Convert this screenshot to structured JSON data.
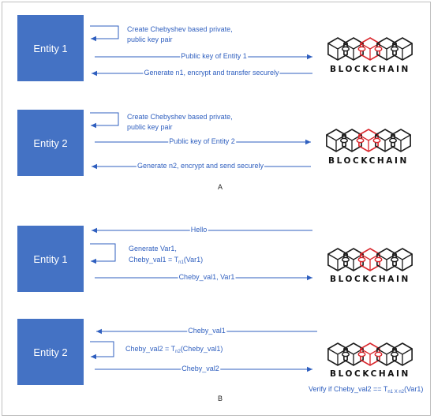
{
  "colors": {
    "entity": "#4472c4",
    "accent": "#2f5fbf",
    "chain_dark": "#1a1a1a",
    "chain_red": "#d9262c"
  },
  "panel_a": {
    "label": "A",
    "entity1": "Entity 1",
    "entity2": "Entity 2",
    "e1_self_line1": "Create Chebyshev based private,",
    "e1_self_line2": "public key pair",
    "e1_to_chain": "Public key of Entity 1",
    "chain_to_e1": "Generate n1, encrypt and transfer securely",
    "e2_self_line1": "Create Chebyshev based private,",
    "e2_self_line2": "public key pair",
    "e2_to_chain": "Public key of Entity 2",
    "chain_to_e2": "Generate n2, encrypt  and send securely",
    "blockchain1": "BLOCKCHAIN",
    "blockchain2": "BLOCKCHAIN"
  },
  "panel_b": {
    "label": "B",
    "entity1": "Entity 1",
    "entity2": "Entity 2",
    "hello": "Hello",
    "e1_self_line1": "Generate Var1,",
    "e1_self_line2_pre": "Cheby_val1 = T",
    "e1_self_line2_sub": "n1",
    "e1_self_line2_post": "(Var1)",
    "e1_to_chain": "Cheby_val1, Var1",
    "chain_to_e2": "Cheby_val1",
    "e2_self_pre": "Cheby_val2 = T",
    "e2_self_sub": "n2",
    "e2_self_post": "(Cheby_val1)",
    "e2_to_chain": "Cheby_val2",
    "verify_pre": "Verify if Cheby_val2 == T",
    "verify_sub": "n1 X n2",
    "verify_post": "(Var1)",
    "blockchain1": "BLOCKCHAIN",
    "blockchain2": "BLOCKCHAIN"
  }
}
